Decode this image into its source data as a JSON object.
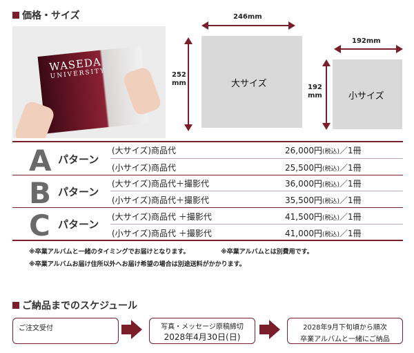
{
  "section1": {
    "title": "価格・サイズ"
  },
  "photo": {
    "logo_main": "WASEDA",
    "logo_sub": "UNIVERSITY"
  },
  "large": {
    "width_label": "246mm",
    "height_value": "252",
    "height_unit": "mm",
    "name": "大サイズ"
  },
  "small": {
    "width_label": "192mm",
    "height_value": "192",
    "height_unit": "mm",
    "name": "小サイズ"
  },
  "patterns": [
    {
      "letter": "A",
      "name": "パターン",
      "rows": [
        {
          "label": "(大サイズ)商品代",
          "price": "26,000円",
          "tax": "(税込)",
          "unit": "／1冊"
        },
        {
          "label": "(小サイズ)商品代",
          "price": "25,500円",
          "tax": "(税込)",
          "unit": "／1冊"
        }
      ]
    },
    {
      "letter": "B",
      "name": "パターン",
      "rows": [
        {
          "label": "(大サイズ)商品代＋撮影代",
          "price": "36,000円",
          "tax": "(税込)",
          "unit": "／1冊"
        },
        {
          "label": "(小サイズ)商品代＋撮影代",
          "price": "35,500円",
          "tax": "(税込)",
          "unit": "／1冊"
        }
      ]
    },
    {
      "letter": "C",
      "name": "パターン",
      "rows": [
        {
          "label": "(大サイズ)商品代 ＋撮影代",
          "price": "41,500円",
          "tax": "(税込)",
          "unit": "／1冊"
        },
        {
          "label": "(小サイズ)商品代 ＋撮影代",
          "price": "41,000円",
          "tax": "(税込)",
          "unit": "／1冊"
        }
      ]
    }
  ],
  "notes": {
    "line1a": "※卒業アルバムと一緒のタイミングでお届けとなります。",
    "line1b": "※卒業アルバムとは別費用です。",
    "line2": "※卒業アルバムお届け住所以外へお届け希望の場合は別途送料がかかります。"
  },
  "section2": {
    "title": "ご納品までのスケジュール"
  },
  "schedule": {
    "step1": "ご注文受付",
    "step2_line1": "写真・メッセージ原稿締切",
    "step2_line2": "2028年4月30日(日)",
    "step3_line1": "2028年9月下旬頃から順次",
    "step3_line2": "卒業アルバムと一緒にご納品"
  },
  "colors": {
    "accent": "#7a1e2c",
    "grey_box": "#d9d9d9"
  }
}
